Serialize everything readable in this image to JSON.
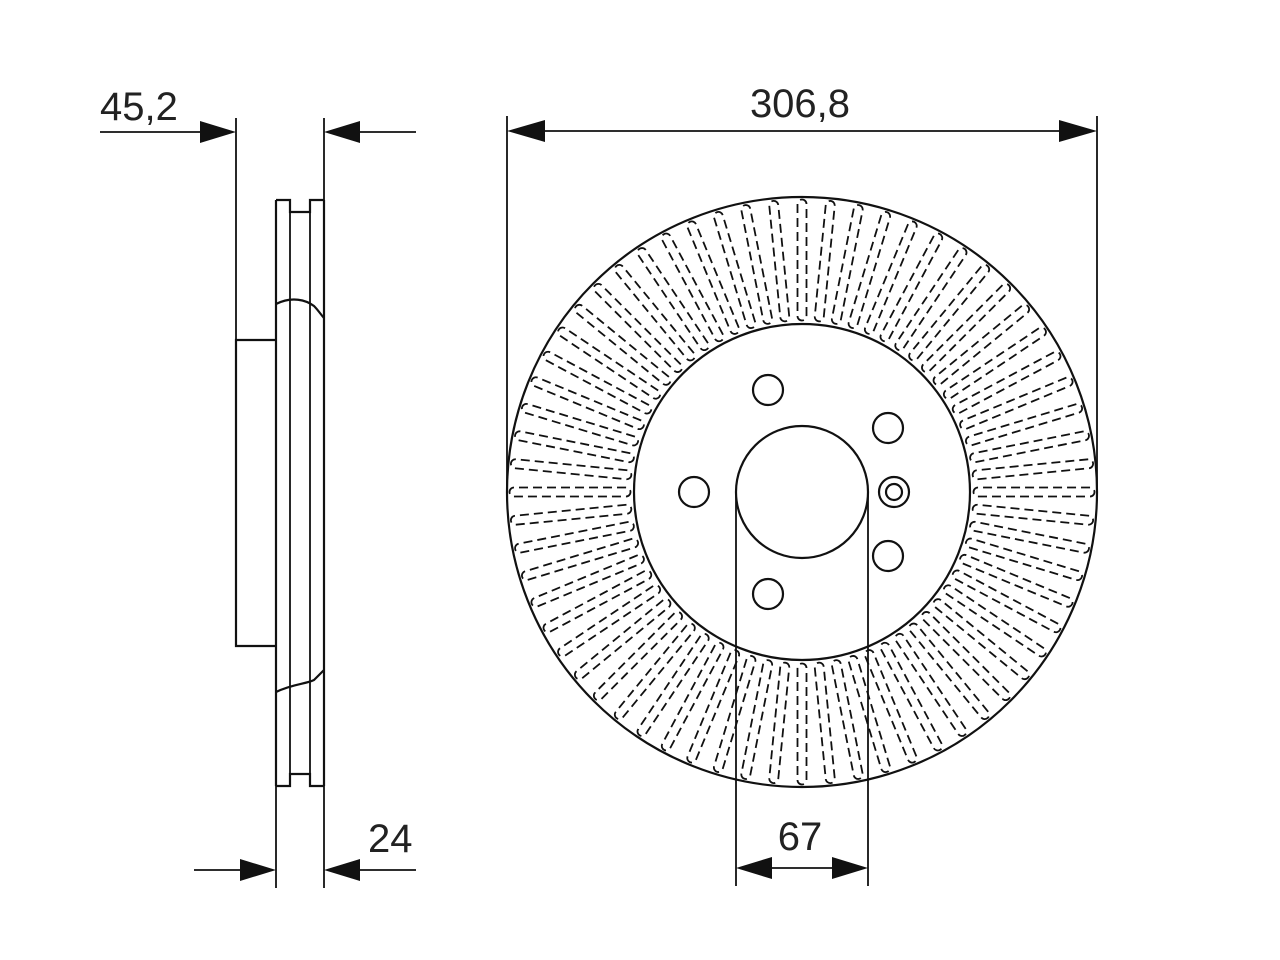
{
  "dimensions": {
    "hub_height": "45,2",
    "outer_diameter": "306,8",
    "disc_thickness": "24",
    "center_bore": "67"
  },
  "disc": {
    "bolt_holes": 5,
    "vane_count": 64
  },
  "colors": {
    "line": "#111111",
    "text": "#222222",
    "background": "#ffffff"
  }
}
